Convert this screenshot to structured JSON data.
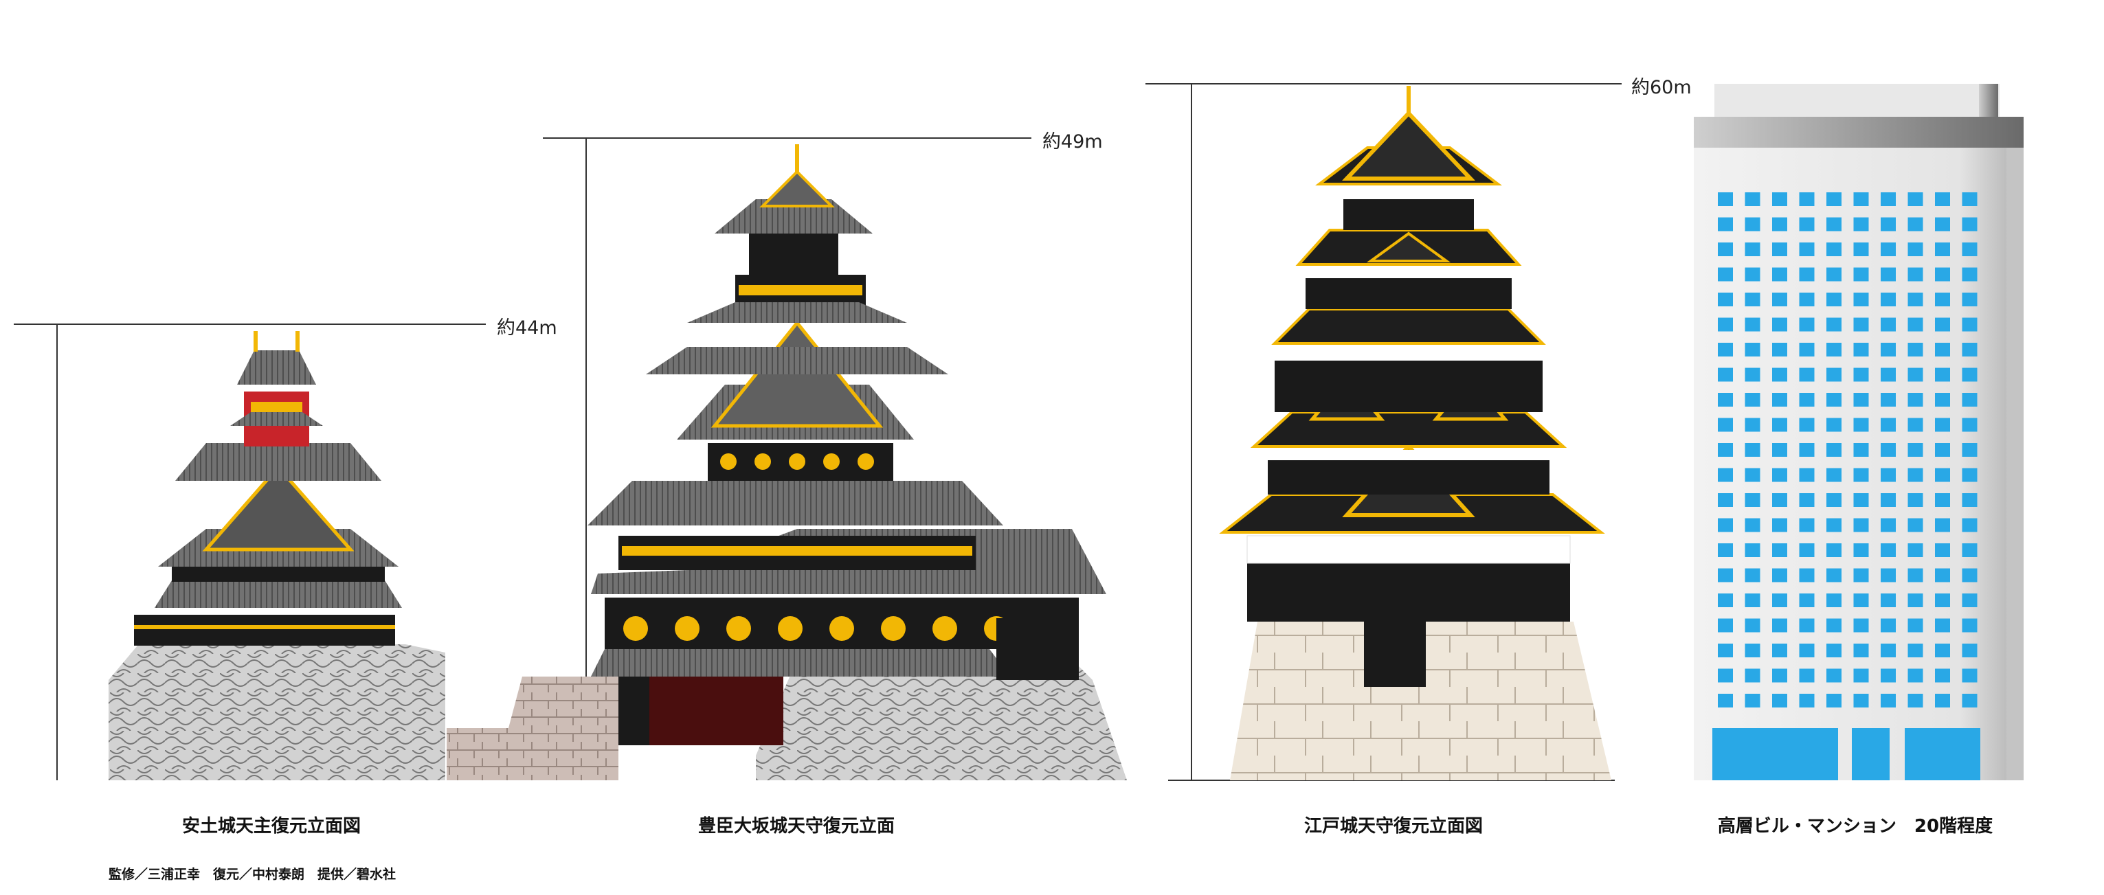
{
  "height_markers": {
    "azuchi": "約44m",
    "osaka": "約49m",
    "edo": "約60m"
  },
  "captions": {
    "azuchi": "安土城天主復元立面図",
    "osaka": "豊臣大坂城天守復元立面",
    "edo": "江戸城天守復元立面図",
    "building": "高層ビル・マンション　20階程度"
  },
  "credit": "監修／三浦正幸　復元／中村泰朗　提供／碧水社",
  "colors": {
    "roof_grey": "#6e6e6e",
    "wall_black": "#1a1a1a",
    "gold": "#f2b705",
    "red": "#c8242a",
    "stone_grey": "#c9c9c9",
    "stone_beige": "#efe7da",
    "window_blue": "#29a8e6"
  }
}
